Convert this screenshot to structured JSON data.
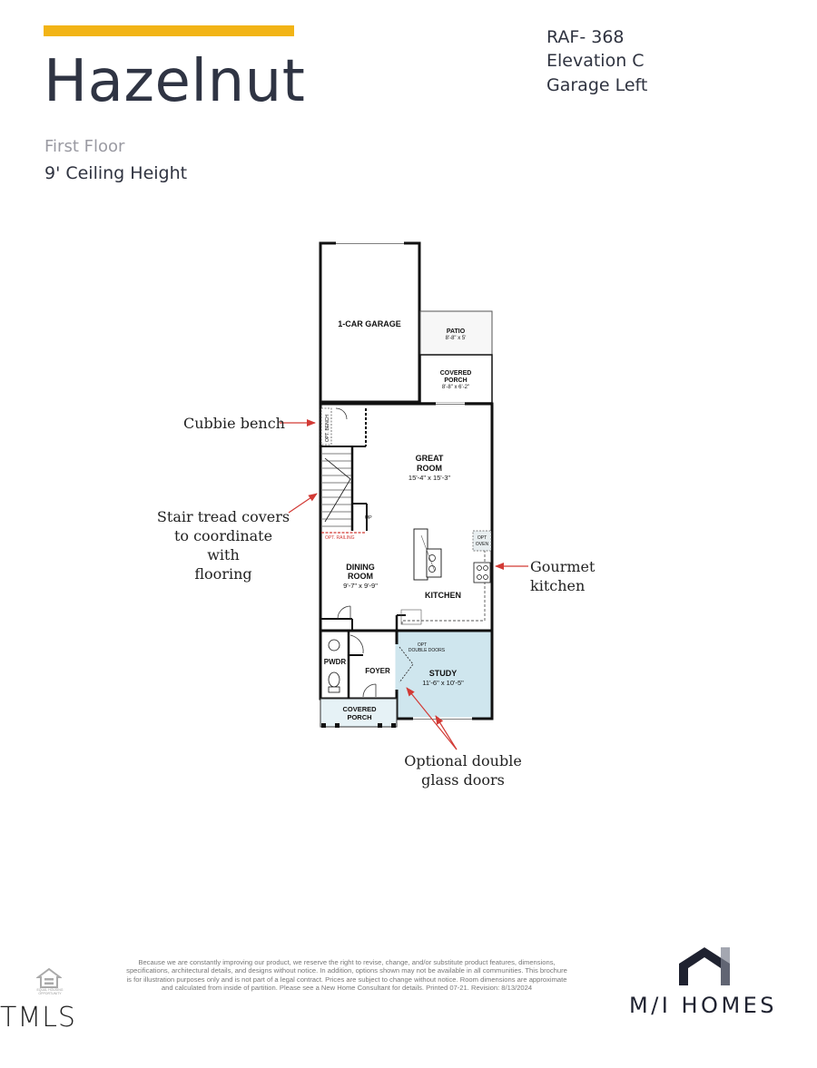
{
  "header": {
    "title": "Hazelnut",
    "floor_name": "First Floor",
    "ceiling_height": "9' Ceiling Height",
    "plan_code": "RAF- 368",
    "elevation": "Elevation C",
    "garage_side": "Garage Left",
    "accent_color": "#f2b416"
  },
  "rooms": {
    "garage": {
      "name": "1-CAR GARAGE"
    },
    "patio": {
      "name": "PATIO",
      "dims": "8'-8\" x 5'"
    },
    "covered_porch_rear": {
      "name_line1": "COVERED",
      "name_line2": "PORCH",
      "dims": "8'-8\" x 6'-2\""
    },
    "great_room": {
      "name_line1": "GREAT",
      "name_line2": "ROOM",
      "dims": "15'-4\" x 15'-3\""
    },
    "dining_room": {
      "name_line1": "DINING",
      "name_line2": "ROOM",
      "dims": "9'-7\" x 9'-9\""
    },
    "kitchen": {
      "name": "KITCHEN"
    },
    "study": {
      "name": "STUDY",
      "dims": "11'-6\" x 10'-5\""
    },
    "powder": {
      "name": "PWDR"
    },
    "foyer": {
      "name": "FOYER"
    },
    "covered_porch_front": {
      "name_line1": "COVERED",
      "name_line2": "PORCH"
    }
  },
  "labels": {
    "opt_bench": "OPT. BENCH",
    "opt_railing": "OPT. RAILING",
    "up": "UP",
    "opt_oven_line1": "OPT",
    "opt_oven_line2": "OVEN",
    "opt_double_doors_line1": "OPT",
    "opt_double_doors_line2": "DOUBLE DOORS"
  },
  "callouts": {
    "cubbie": "Cubbie bench",
    "stair_line1": "Stair tread covers",
    "stair_line2": "to coordinate with",
    "stair_line3": "flooring",
    "kitchen": "Gourmet kitchen",
    "doors_line1": "Optional double",
    "doors_line2": "glass doors",
    "arrow_color": "#d23a35"
  },
  "footer": {
    "disclaimer": "Because we are constantly improving our product, we reserve the right to revise, change, and/or substitute product features, dimensions, specifications, architectural details, and designs without notice. In addition, options shown may not be available in all communities. This brochure is for illustration purposes only and is not part of a legal contract. Prices are subject to change without notice. Room dimensions are approximate and calculated from inside of partition. Please see a New Home Consultant for details. Printed 07-21. Revision: 8/13/2024",
    "eho_text": "EQUAL HOUSING OPPORTUNITY",
    "tmls": "TMLS",
    "brand": "M/I HOMES"
  }
}
